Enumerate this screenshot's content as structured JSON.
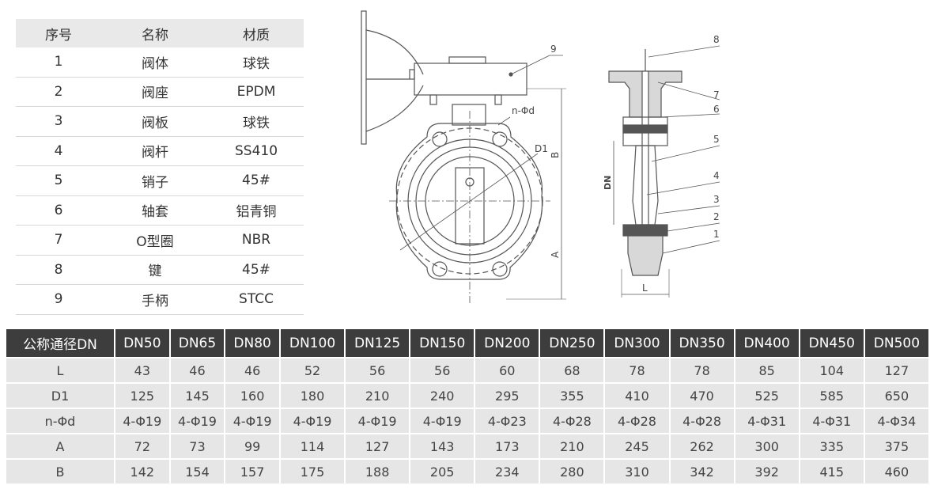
{
  "parts_table": {
    "headers": [
      "序号",
      "名称",
      "材质"
    ],
    "rows": [
      [
        "1",
        "阀体",
        "球铁"
      ],
      [
        "2",
        "阀座",
        "EPDM"
      ],
      [
        "3",
        "阀板",
        "球铁"
      ],
      [
        "4",
        "阀杆",
        "SS410"
      ],
      [
        "5",
        "销子",
        "45#"
      ],
      [
        "6",
        "轴套",
        "铝青铜"
      ],
      [
        "7",
        "O型圈",
        "NBR"
      ],
      [
        "8",
        "键",
        "45#"
      ],
      [
        "9",
        "手柄",
        "STCC"
      ]
    ]
  },
  "drawing": {
    "front_labels": {
      "callout_9": "9",
      "n_phi_d": "n-Φd",
      "d1": "D1",
      "b": "B",
      "a": "A"
    },
    "side_labels": {
      "callout_8": "8",
      "callout_7": "7",
      "callout_6": "6",
      "callout_5": "5",
      "callout_4": "4",
      "callout_3": "3",
      "callout_2": "2",
      "callout_1": "1",
      "dn": "DN",
      "l": "L"
    }
  },
  "dimension_table": {
    "header_label": "公称通径DN",
    "sizes": [
      "DN50",
      "DN65",
      "DN80",
      "DN100",
      "DN125",
      "DN150",
      "DN200",
      "DN250",
      "DN300",
      "DN350",
      "DN400",
      "DN450",
      "DN500"
    ],
    "rows": [
      {
        "label": "L",
        "values": [
          "43",
          "46",
          "46",
          "52",
          "56",
          "56",
          "60",
          "68",
          "78",
          "78",
          "85",
          "104",
          "127"
        ]
      },
      {
        "label": "D1",
        "values": [
          "125",
          "145",
          "160",
          "180",
          "210",
          "240",
          "295",
          "355",
          "410",
          "470",
          "525",
          "585",
          "650"
        ]
      },
      {
        "label": "n-Φd",
        "values": [
          "4-Φ19",
          "4-Φ19",
          "4-Φ19",
          "4-Φ19",
          "4-Φ19",
          "4-Φ19",
          "4-Φ23",
          "4-Φ28",
          "4-Φ28",
          "4-Φ28",
          "4-Φ31",
          "4-Φ31",
          "4-Φ34"
        ]
      },
      {
        "label": "A",
        "values": [
          "72",
          "73",
          "99",
          "114",
          "127",
          "143",
          "173",
          "210",
          "245",
          "262",
          "300",
          "335",
          "375"
        ]
      },
      {
        "label": "B",
        "values": [
          "142",
          "154",
          "157",
          "175",
          "188",
          "205",
          "234",
          "280",
          "310",
          "342",
          "392",
          "415",
          "460"
        ]
      }
    ]
  }
}
